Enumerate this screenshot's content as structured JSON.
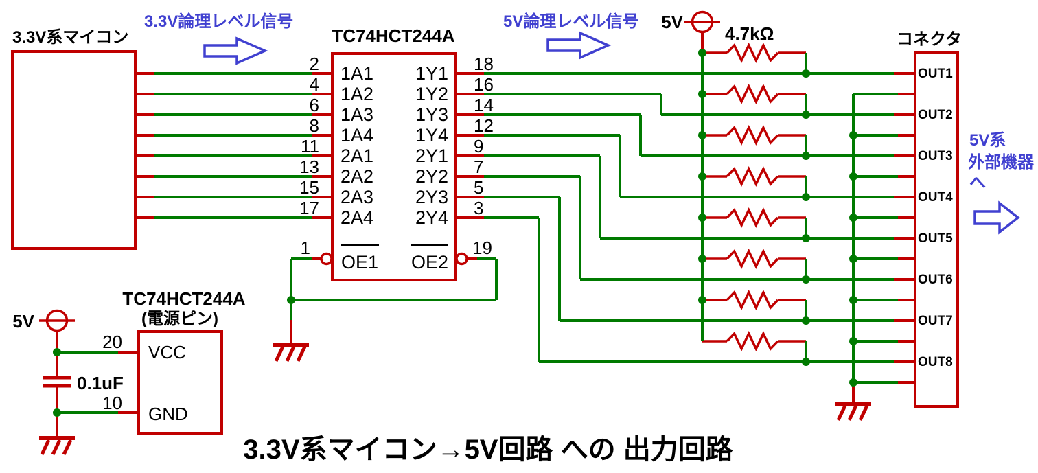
{
  "colors": {
    "wire_red": "#c00000",
    "wire_green": "#007a00",
    "accent_blue": "#4040d0",
    "text": "#000000",
    "background": "#ffffff"
  },
  "title": "3.3V系マイコン→5V回路 への 出力回路",
  "annotations": {
    "input_signal": "3.3V論理レベル信号",
    "output_signal": "5V論理レベル信号",
    "external_device": [
      "5V系",
      "外部機器",
      "へ"
    ]
  },
  "microcontroller": {
    "label": "3.3V系マイコン"
  },
  "level_shifter": {
    "name": "TC74HCT244A",
    "left_pins": [
      {
        "number": "2",
        "label": "1A1"
      },
      {
        "number": "4",
        "label": "1A2"
      },
      {
        "number": "6",
        "label": "1A3"
      },
      {
        "number": "8",
        "label": "1A4"
      },
      {
        "number": "11",
        "label": "2A1"
      },
      {
        "number": "13",
        "label": "2A2"
      },
      {
        "number": "15",
        "label": "2A3"
      },
      {
        "number": "17",
        "label": "2A4"
      }
    ],
    "right_pins": [
      {
        "number": "18",
        "label": "1Y1"
      },
      {
        "number": "16",
        "label": "1Y2"
      },
      {
        "number": "14",
        "label": "1Y3"
      },
      {
        "number": "12",
        "label": "1Y4"
      },
      {
        "number": "9",
        "label": "2Y1"
      },
      {
        "number": "7",
        "label": "2Y2"
      },
      {
        "number": "5",
        "label": "2Y3"
      },
      {
        "number": "3",
        "label": "2Y4"
      }
    ],
    "oe_pins": [
      {
        "number": "1",
        "label": "OE1"
      },
      {
        "number": "19",
        "label": "OE2"
      }
    ]
  },
  "power_pins_ic": {
    "name": "TC74HCT244A",
    "subtitle": "(電源ピン)",
    "supply_label": "5V",
    "vcc_pin": {
      "number": "20",
      "label": "VCC"
    },
    "gnd_pin": {
      "number": "10",
      "label": "GND"
    },
    "decoupling_capacitor": "0.1uF"
  },
  "pullup": {
    "supply_label": "5V",
    "resistor_value": "4.7kΩ",
    "count": 8
  },
  "connector": {
    "label": "コネクタ",
    "pins": [
      "OUT1",
      "OUT2",
      "OUT3",
      "OUT4",
      "OUT5",
      "OUT6",
      "OUT7",
      "OUT8"
    ]
  }
}
